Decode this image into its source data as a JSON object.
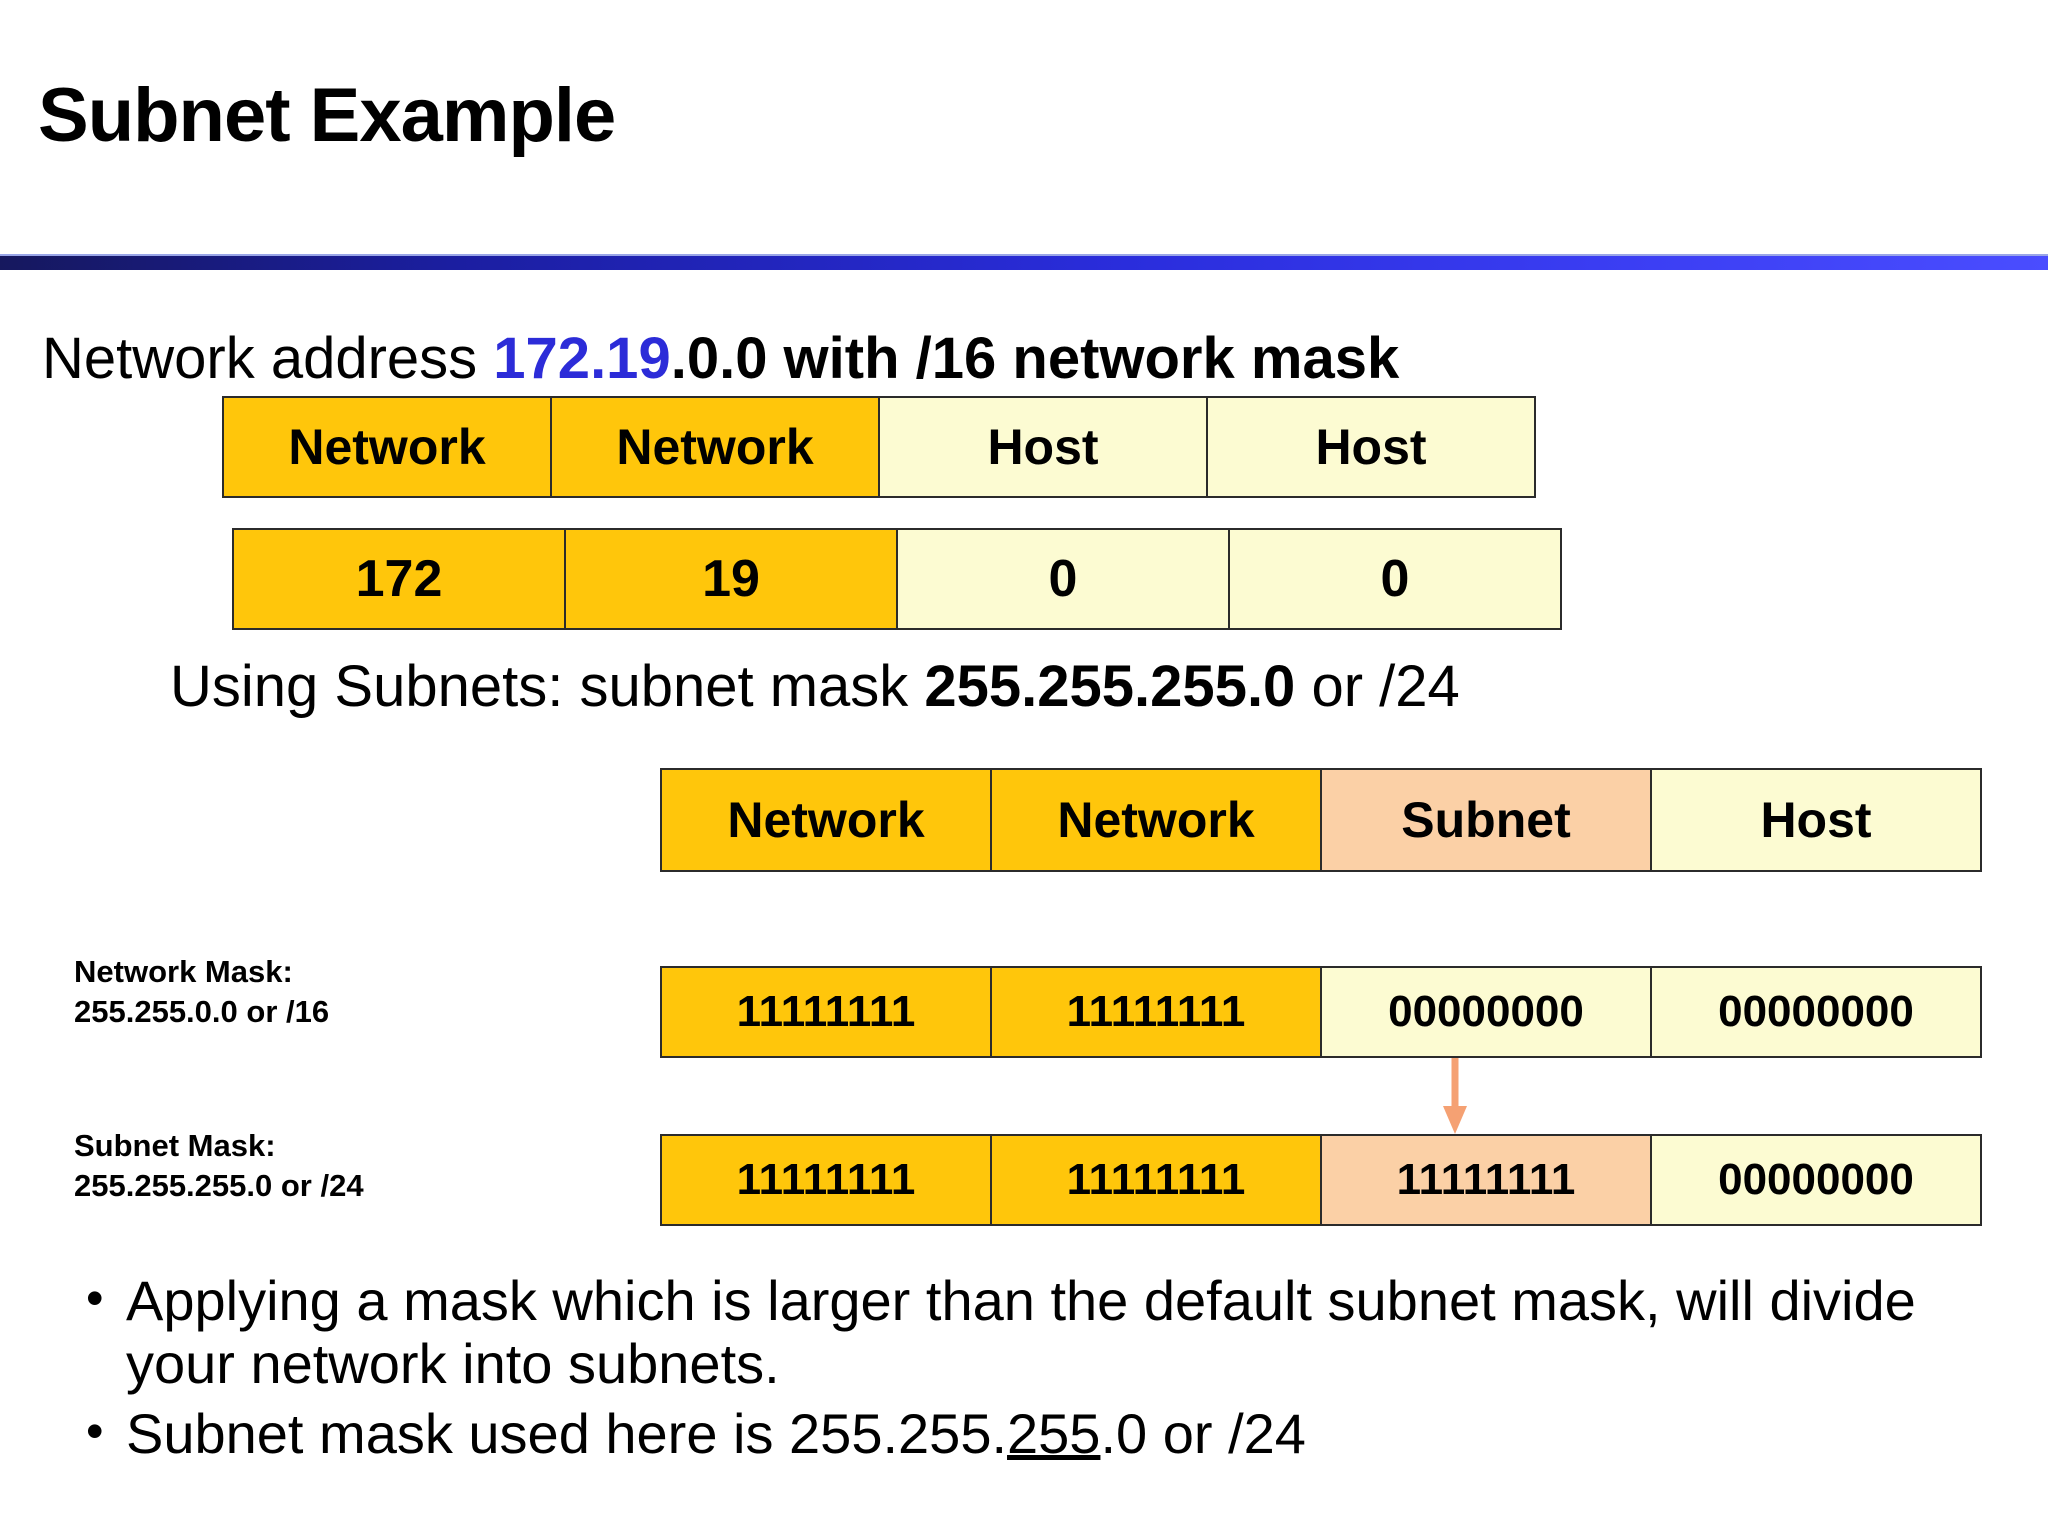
{
  "slide": {
    "title": "Subnet Example",
    "accent_color": "#2a2ddc",
    "network_cell_color": "#ffc60b",
    "host_cell_color": "#fcfbd2",
    "subnet_cell_color": "#fbd0a6",
    "highlight_text_color": "#2c2cd8",
    "arrow_color": "#f5a173"
  },
  "network_address_line": {
    "prefix": "Network address ",
    "highlight": "172.19",
    "suffix": ".0.0 with /16 network mask"
  },
  "octet_header_row": {
    "cells": [
      {
        "label": "Network",
        "kind": "network"
      },
      {
        "label": "Network",
        "kind": "network"
      },
      {
        "label": "Host",
        "kind": "host"
      },
      {
        "label": "Host",
        "kind": "host"
      }
    ]
  },
  "octet_value_row": {
    "cells": [
      {
        "label": "172",
        "kind": "network"
      },
      {
        "label": "19",
        "kind": "network"
      },
      {
        "label": "0",
        "kind": "host"
      },
      {
        "label": "0",
        "kind": "host"
      }
    ]
  },
  "using_subnets_line": {
    "prefix": "Using Subnets: subnet mask ",
    "emphasis": "255.255.255.0",
    "suffix": " or /24"
  },
  "subnet_header_row": {
    "cells": [
      {
        "label": "Network",
        "kind": "network"
      },
      {
        "label": "Network",
        "kind": "network"
      },
      {
        "label": "Subnet",
        "kind": "subnet"
      },
      {
        "label": "Host",
        "kind": "host"
      }
    ]
  },
  "network_mask_label": {
    "line1": "Network Mask:",
    "line2": "255.255.0.0 or /16"
  },
  "network_mask_binary_row": {
    "cells": [
      {
        "label": "11111111",
        "kind": "network"
      },
      {
        "label": "11111111",
        "kind": "network"
      },
      {
        "label": "00000000",
        "kind": "host"
      },
      {
        "label": "00000000",
        "kind": "host"
      }
    ]
  },
  "subnet_mask_label": {
    "line1": "Subnet Mask:",
    "line2": "255.255.255.0 or /24"
  },
  "subnet_mask_binary_row": {
    "cells": [
      {
        "label": "11111111",
        "kind": "network"
      },
      {
        "label": "11111111",
        "kind": "network"
      },
      {
        "label": "11111111",
        "kind": "subnet"
      },
      {
        "label": "00000000",
        "kind": "host"
      }
    ]
  },
  "bullets": [
    {
      "marker": "•",
      "text": "Applying a mask which is larger than the default subnet mask, will divide your network into subnets."
    },
    {
      "marker": "•",
      "pre": "Subnet mask used here is 255.255.",
      "underlined": "255",
      "post": ".0 or /24"
    }
  ]
}
